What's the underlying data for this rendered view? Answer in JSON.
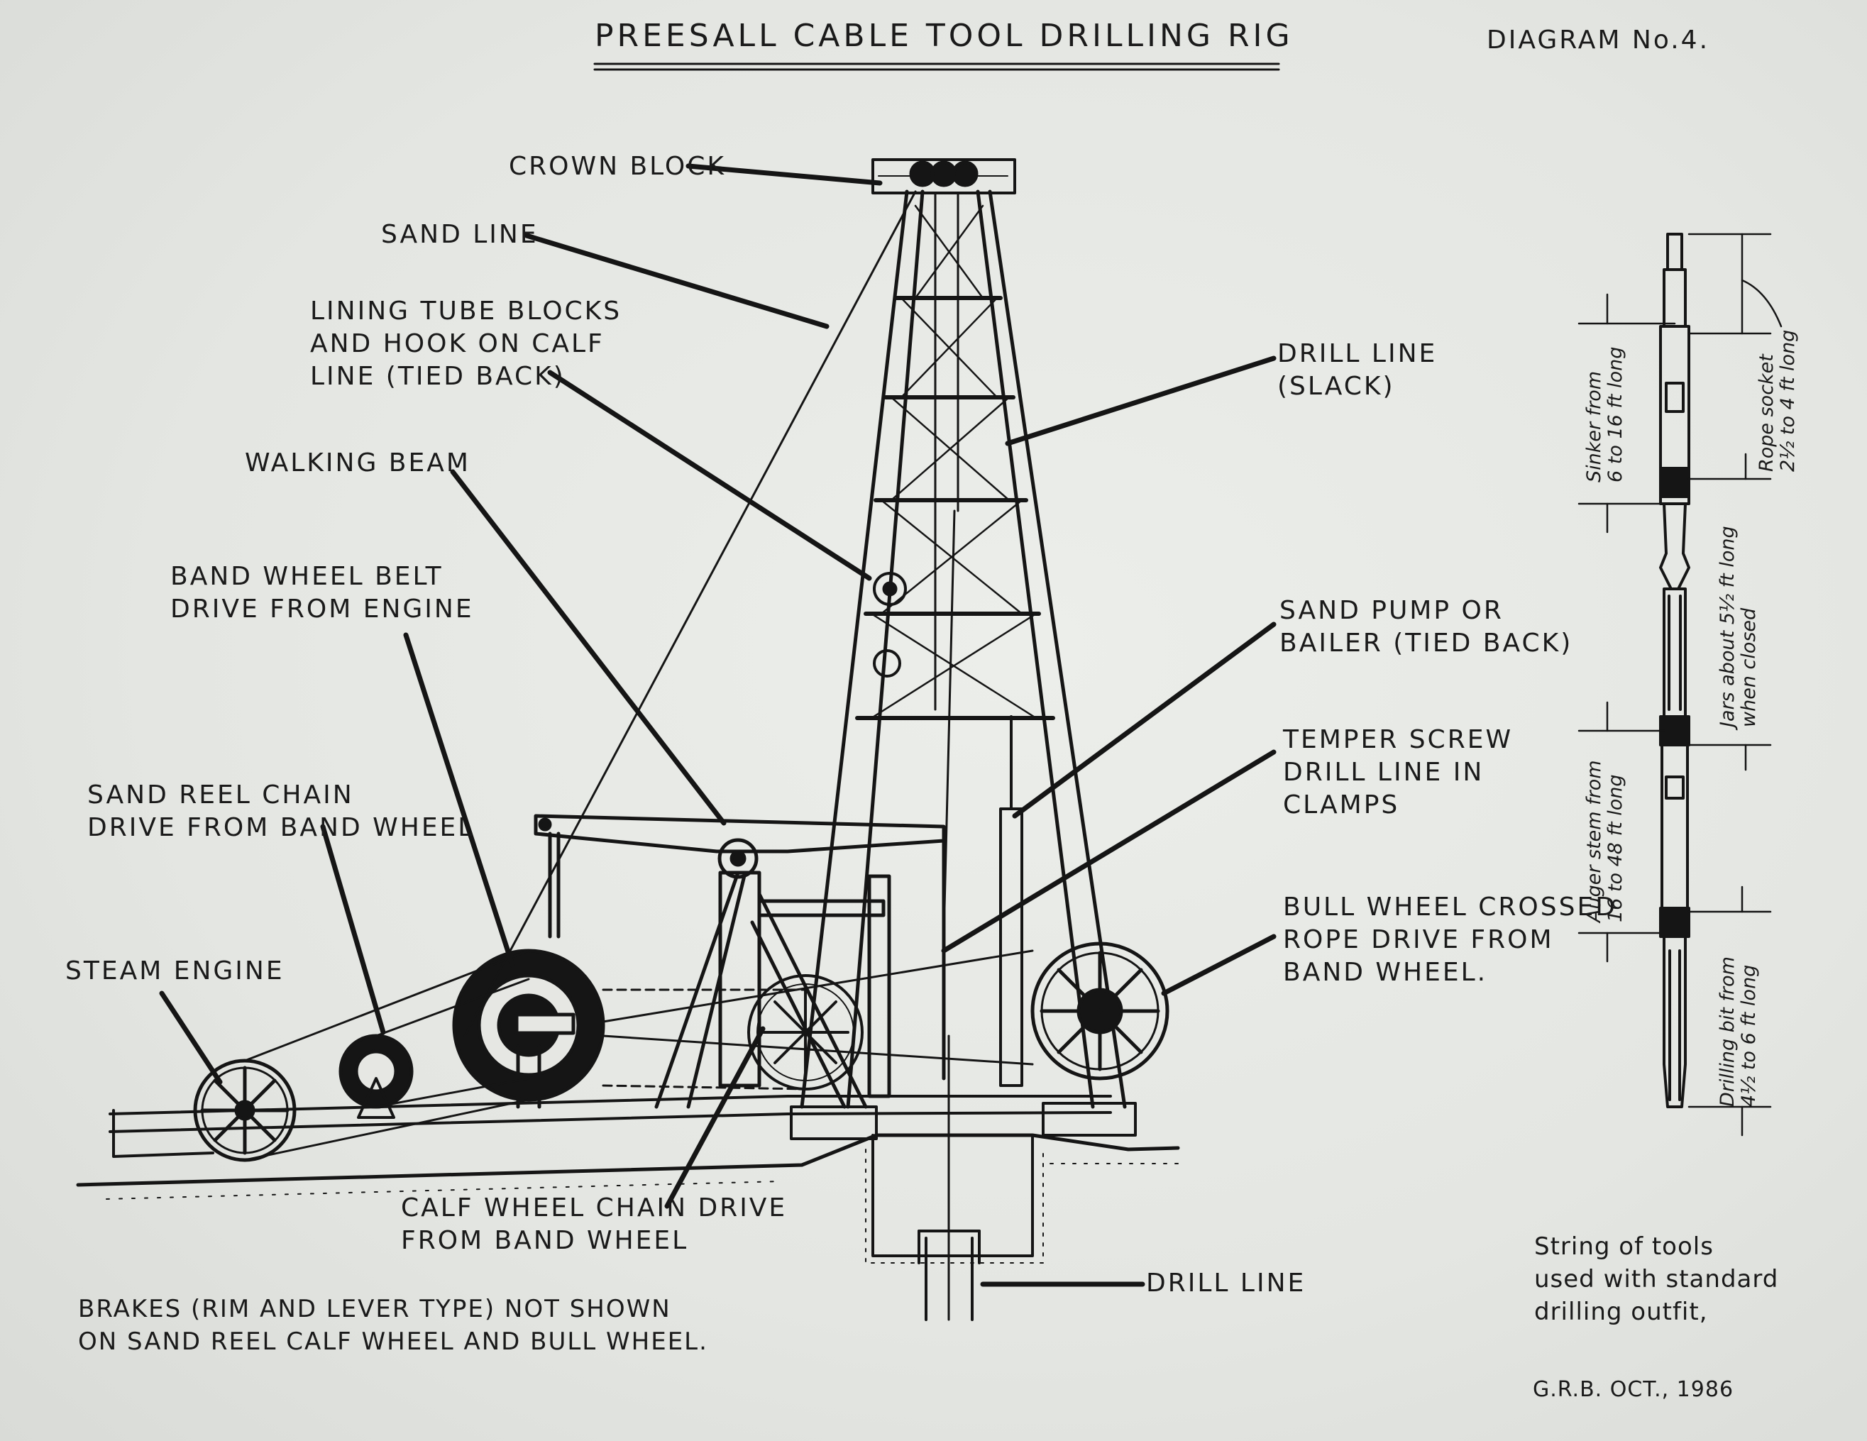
{
  "title": "PREESALL CABLE TOOL DRILLING RIG",
  "diagram_no": "DIAGRAM No.4.",
  "labels": {
    "crown_block": "CROWN BLOCK",
    "sand_line": "SAND LINE",
    "lining_tube": [
      "LINING TUBE BLOCKS",
      "AND HOOK ON CALF",
      "LINE (TIED BACK)"
    ],
    "walking_beam": "WALKING BEAM",
    "band_wheel_belt": [
      "BAND WHEEL BELT",
      "DRIVE FROM ENGINE"
    ],
    "sand_reel_chain": [
      "SAND REEL CHAIN",
      "DRIVE FROM BAND WHEEL"
    ],
    "steam_engine": "STEAM ENGINE",
    "calf_wheel_chain": [
      "CALF WHEEL CHAIN DRIVE",
      "FROM BAND WHEEL"
    ],
    "drill_line_bottom": "DRILL LINE",
    "drill_line_slack": [
      "DRILL LINE",
      "(SLACK)"
    ],
    "sand_pump": [
      "SAND PUMP OR",
      "BAILER (TIED BACK)"
    ],
    "temper_screw": [
      "TEMPER SCREW",
      "DRILL LINE IN",
      "CLAMPS"
    ],
    "bull_wheel": [
      "BULL WHEEL CROSSED",
      "ROPE DRIVE FROM",
      "BAND WHEEL."
    ],
    "brakes_note": [
      "BRAKES (RIM AND LEVER TYPE) NOT SHOWN",
      "ON SAND REEL CALF WHEEL AND BULL WHEEL."
    ]
  },
  "tool_string": {
    "sinker": [
      "Sinker from",
      "6 to 16 ft long"
    ],
    "rope_socket": [
      "Rope socket",
      "2½ to 4 ft long"
    ],
    "jars": [
      "Jars about 5½ ft long",
      "when closed"
    ],
    "auger_stem": [
      "Auger stem from",
      "16 to 48 ft long"
    ],
    "drilling_bit": [
      "Drilling bit from",
      "4½ to 6 ft long"
    ]
  },
  "caption": [
    "String of tools",
    "used with standard",
    "drilling outfit,"
  ],
  "signature": "G.R.B.  OCT., 1986"
}
